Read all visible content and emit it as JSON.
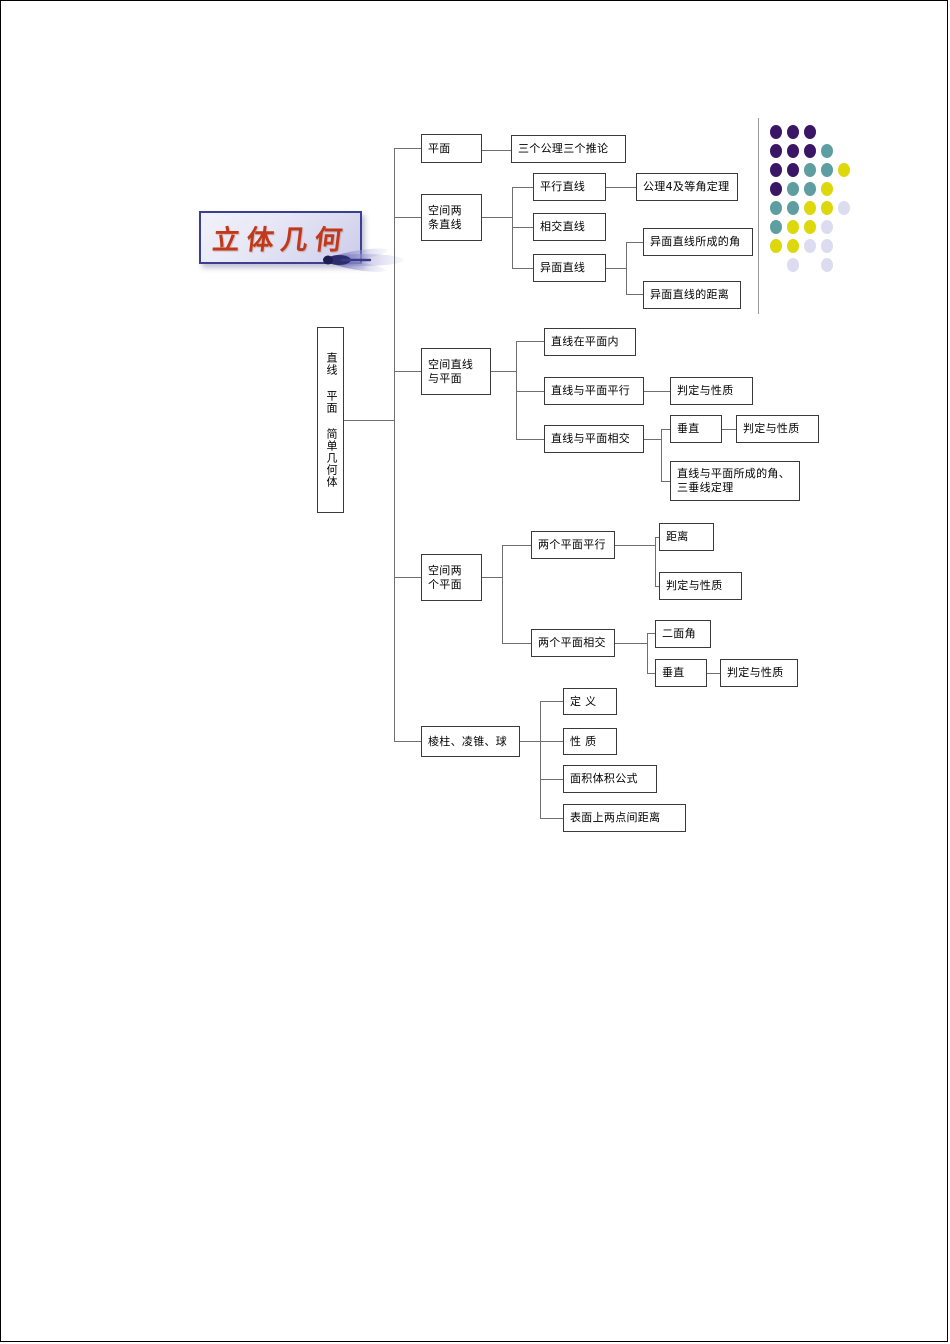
{
  "document": {
    "title": "立体几何",
    "root_label": "直线 平面 简单几何体"
  },
  "colors": {
    "title_text": "#c0391b",
    "title_border": "#3b3f8f",
    "box_border": "#3a3a3a",
    "line": "#6f6f6f",
    "dot_purple": "#3b1667",
    "dot_teal": "#5f9ea0",
    "dot_yellow": "#dcd80b",
    "dot_lavender": "#dcdcf0"
  },
  "nodes": {
    "n_pingmian": "平面",
    "n_three_axioms": "三个公理三个推论",
    "n_two_lines": "空间两\n条直线",
    "n_parallel_lines": "平行直线",
    "n_intersect_lines": "相交直线",
    "n_skew_lines": "异面直线",
    "n_axiom4": "公理4及等角定理",
    "n_skew_angle": "异面直线所成的角",
    "n_skew_distance": "异面直线的距离",
    "n_line_plane": "空间直线\n与平面",
    "n_line_in_plane": "直线在平面内",
    "n_line_parallel_plane": "直线与平面平行",
    "n_judge_prop_1": "判定与性质",
    "n_line_intersect_plane": "直线与平面相交",
    "n_perpendicular_1": "垂直",
    "n_judge_prop_2": "判定与性质",
    "n_line_plane_angle": "直线与平面所成的角、\n三垂线定理",
    "n_two_planes": "空间两\n个平面",
    "n_two_planes_parallel": "两个平面平行",
    "n_distance": "距离",
    "n_judge_prop_3": "判定与性质",
    "n_two_planes_intersect": "两个平面相交",
    "n_dihedral_angle": "二面角",
    "n_perpendicular_2": "垂直",
    "n_judge_prop_4": "判定与性质",
    "n_solids": "棱柱、凌锥、球",
    "n_definition": "定  义",
    "n_property": "性  质",
    "n_area_volume": "面积体积公式",
    "n_surface_distance": "表面上两点间距离"
  },
  "decoration": {
    "dot_rows": [
      [
        "purple",
        "purple",
        "purple"
      ],
      [
        "purple",
        "purple",
        "purple",
        "teal"
      ],
      [
        "purple",
        "purple",
        "teal",
        "teal",
        "yellow"
      ],
      [
        "purple",
        "teal",
        "teal",
        "yellow"
      ],
      [
        "teal",
        "teal",
        "yellow",
        "yellow",
        "lavender"
      ],
      [
        "teal",
        "yellow",
        "yellow",
        "lavender"
      ],
      [
        "yellow",
        "yellow",
        "lavender",
        "lavender"
      ],
      [
        "",
        "lavender",
        "",
        "lavender"
      ]
    ]
  }
}
